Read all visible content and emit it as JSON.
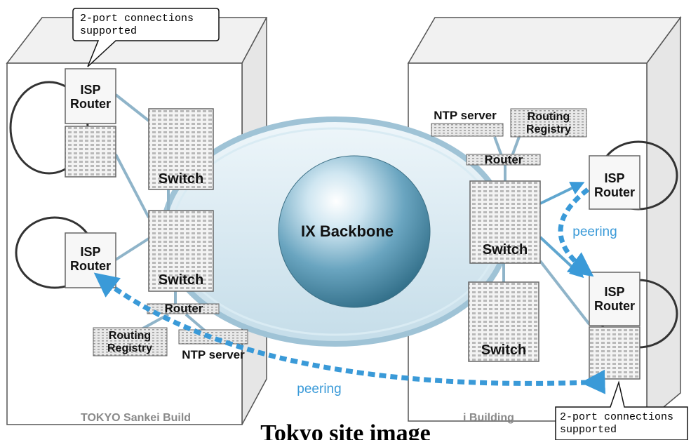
{
  "callouts": {
    "top": {
      "line1": "2-port connections",
      "line2": "supported"
    },
    "bottom": {
      "line1": "2-port connections",
      "line2": "supported"
    }
  },
  "left_building": {
    "name": "TOKYO Sankei Build",
    "isp_router_1": {
      "line1": "ISP",
      "line2": "Router"
    },
    "isp_router_2": {
      "line1": "ISP",
      "line2": "Router"
    },
    "switch_1": "Switch",
    "switch_2": "Switch",
    "router": "Router",
    "routing_registry": {
      "line1": "Routing",
      "line2": "Registry"
    },
    "ntp_server": "NTP server"
  },
  "right_building": {
    "name": "i Building",
    "ntp_server": "NTP server",
    "routing_registry": {
      "line1": "Routing",
      "line2": "Registry"
    },
    "router": "Router",
    "switch_1": "Switch",
    "switch_2": "Switch",
    "isp_router_1": {
      "line1": "ISP",
      "line2": "Router"
    },
    "isp_router_2": {
      "line1": "ISP",
      "line2": "Router"
    },
    "peering": "peering"
  },
  "backbone": "IX Backbone",
  "peering_bottom": "peering",
  "caption": "Tokyo site image",
  "colors": {
    "link": "#8fb4c9",
    "peering": "#3a9ad8",
    "building_face": "#ffffff",
    "building_side": "#e6e6e6",
    "building_top": "#f1f1f1",
    "sphere": "#3f7f99"
  }
}
